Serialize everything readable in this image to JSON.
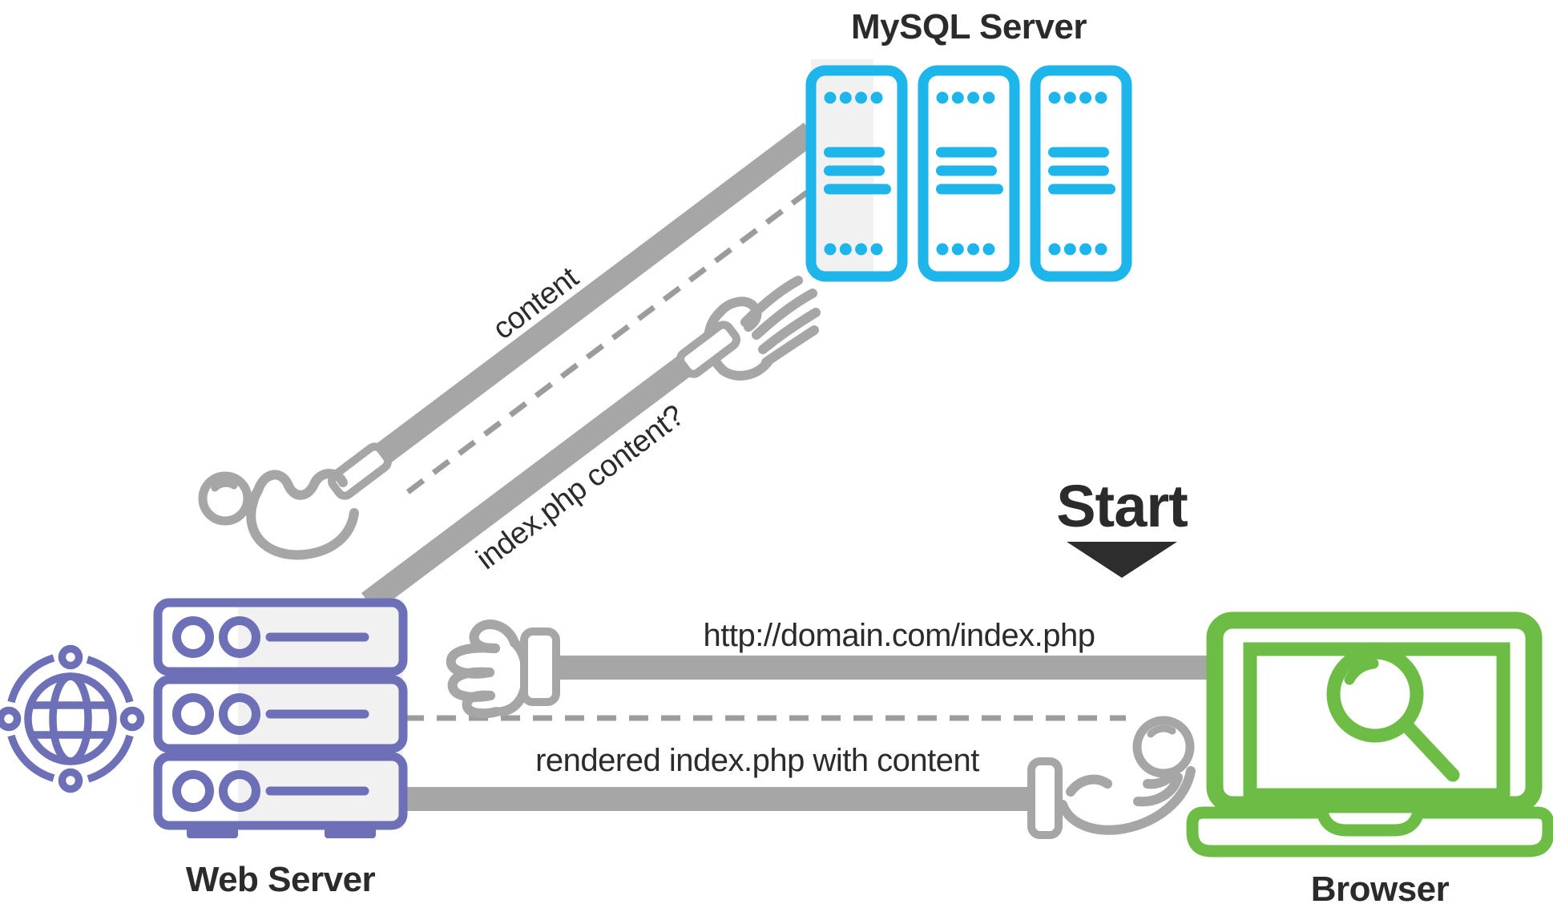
{
  "nodes": {
    "mysql": {
      "label": "MySQL Server",
      "icon": "server-tower-icon",
      "color": "#1db5ea",
      "tower_count": 3
    },
    "web_server": {
      "label": "Web Server",
      "icon": "server-rack-icon",
      "color": "#6d70b6",
      "unit_count": 3
    },
    "browser": {
      "label": "Browser",
      "icon": "laptop-icon",
      "screen_icon": "magnifier-icon",
      "color": "#6cbc45"
    },
    "internet": {
      "icon": "globe-icon",
      "color": "#6d70b6"
    }
  },
  "edges": {
    "content": {
      "label": "content",
      "from": "MySQL Server",
      "to": "Web Server",
      "style": "solid"
    },
    "db_query": {
      "label": "index.php content?",
      "from": "Web Server",
      "to": "MySQL Server",
      "style": "solid"
    },
    "db_return_path": {
      "style": "dashed"
    },
    "http_request": {
      "label": "http://domain.com/index.php",
      "from": "Browser",
      "to": "Web Server",
      "style": "solid"
    },
    "browser_return_path": {
      "style": "dashed"
    },
    "rendered_response": {
      "label": "rendered index.php with content",
      "from": "Web Server",
      "to": "Browser",
      "style": "solid"
    }
  },
  "start": {
    "label": "Start",
    "icon": "down-triangle-icon"
  },
  "decorations": {
    "hand_icon_count": 4,
    "hand_icon": "hand-icon",
    "ball_icon": "ball-icon"
  },
  "colors": {
    "mysql_blue": "#1db5ea",
    "server_purple": "#6d70b6",
    "browser_green": "#6cbc45",
    "connector_gray": "#a6a6a6",
    "dashed_gray": "#9c9c9c",
    "band_gray": "#f1f1f2",
    "label_dark": "#2b2b2b"
  }
}
